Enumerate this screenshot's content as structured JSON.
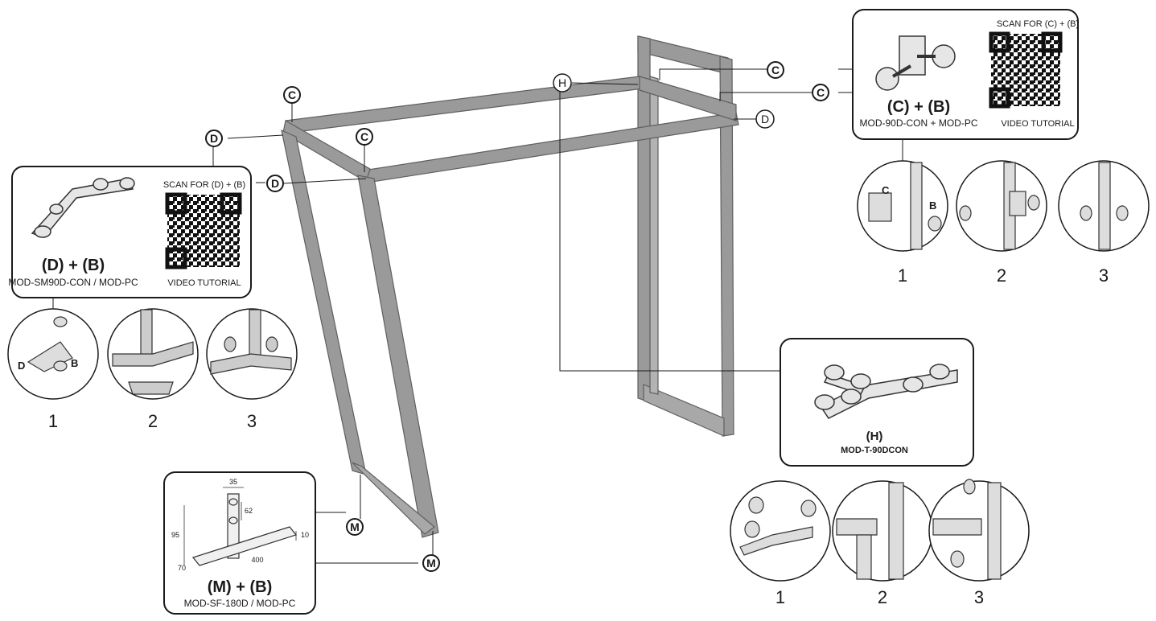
{
  "callouts": {
    "c_top_left": "C",
    "d_left_upper": "D",
    "c_left_mid": "C",
    "d_left_lower": "D",
    "h_top": "H",
    "c_right_upper": "C",
    "c_right_lower": "C",
    "d_right": "D",
    "m_upper": "M",
    "m_lower": "M"
  },
  "panel_db": {
    "scan_label": "SCAN FOR (D) + (B)",
    "title": "(D) + (B)",
    "model": "MOD-SM90D-CON / MOD-PC",
    "video_label": "VIDEO TUTORIAL",
    "part_d": "D",
    "part_b": "B",
    "steps": [
      "1",
      "2",
      "3"
    ]
  },
  "panel_cb": {
    "scan_label": "SCAN FOR (C) + (B)",
    "title": "(C) + (B)",
    "model": "MOD-90D-CON + MOD-PC",
    "video_label": "VIDEO TUTORIAL",
    "part_c": "C",
    "part_b": "B",
    "steps": [
      "1",
      "2",
      "3"
    ]
  },
  "panel_h": {
    "title": "(H)",
    "model": "MOD-T-90DCON",
    "steps": [
      "1",
      "2",
      "3"
    ]
  },
  "panel_mb": {
    "title": "(M) + (B)",
    "model": "MOD-SF-180D / MOD-PC",
    "dims": {
      "d35": "35",
      "d62": "62",
      "d95": "95",
      "d10": "10",
      "d400": "400",
      "d70": "70"
    }
  },
  "colors": {
    "frame": "#8f8f8f",
    "frame_dark": "#6e6e6e",
    "line": "#1a1a1a"
  }
}
